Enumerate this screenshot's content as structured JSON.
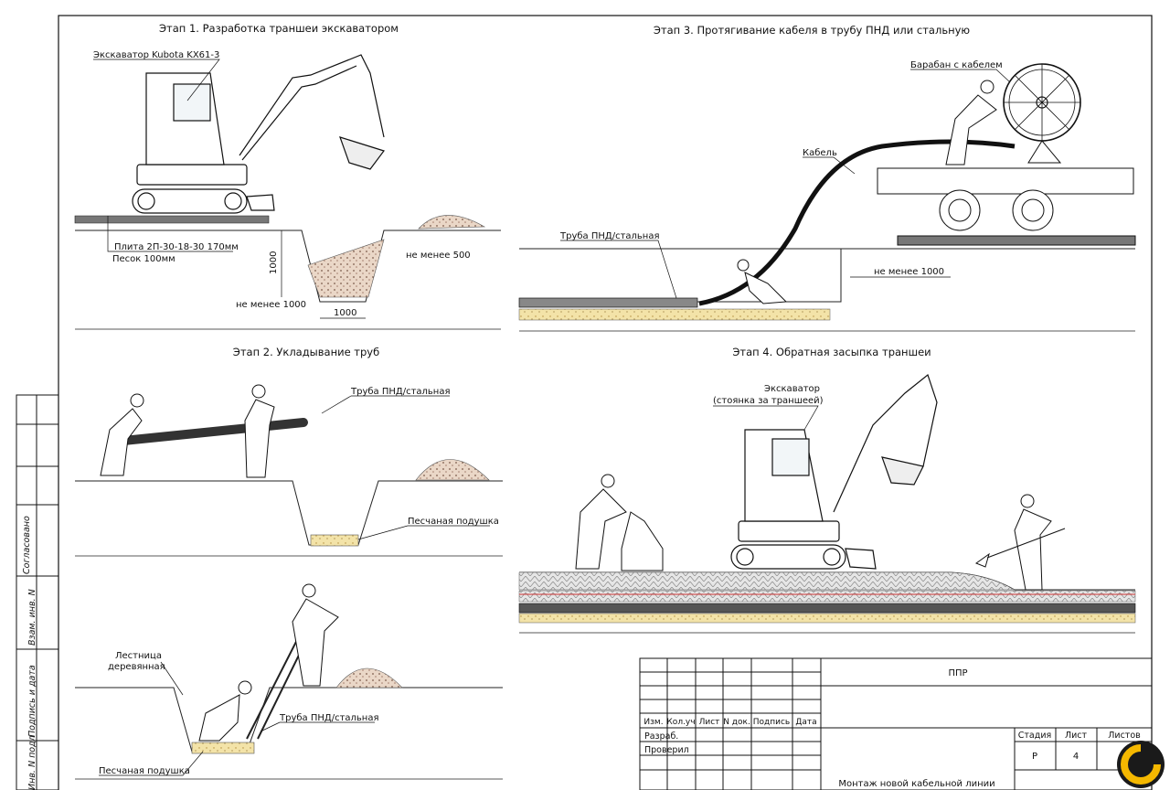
{
  "stage1": {
    "title": "Этап 1. Разработка траншеи экскаватором",
    "excavator_label": "Экскаватор Kubota KX61-3",
    "slab_label": "Плита 2П-30-18-30 170мм",
    "sand_label": "Песок 100мм",
    "dim_min500": "не менее 500",
    "dim_depth": "1000",
    "dim_min1000": "не менее 1000",
    "dim_width": "1000"
  },
  "stage2": {
    "title": "Этап 2. Укладывание труб",
    "pipe_label": "Труба ПНД/стальная",
    "sand_label": "Песчаная подушка",
    "ladder_label_1": "Лестница",
    "ladder_label_2": "деревянная",
    "pipe_label_2": "Труба ПНД/стальная",
    "sand_label_2": "Песчаная подушка"
  },
  "stage3": {
    "title": "Этап 3. Протягивание кабеля в трубу ПНД или стальную",
    "drum_label": "Барабан с кабелем",
    "cable_label": "Кабель",
    "pipe_label": "Труба ПНД/стальная",
    "dim_min1000": "не менее 1000"
  },
  "stage4": {
    "title": "Этап 4. Обратная засыпка траншеи",
    "excavator_label_1": "Экскаватор",
    "excavator_label_2": "(стоянка за траншеей)"
  },
  "side_stamp": {
    "agreed": "Согласовано",
    "inv_replace": "Взам. инв. N",
    "sign_date": "Подпись и дата",
    "inv_orig": "Инв. N подл"
  },
  "title_block": {
    "project": "ППР",
    "headers": [
      "Изм.",
      "Кол.уч",
      "Лист",
      "N док.",
      "Подпись",
      "Дата"
    ],
    "developed": "Разраб.",
    "checked": "Проверил",
    "stage_h": "Стадия",
    "sheet_h": "Лист",
    "sheets_h": "Листов",
    "stage_v": "Р",
    "sheet_v": "4",
    "sheets_v": "",
    "name": "Монтаж новой кабельной линии"
  }
}
